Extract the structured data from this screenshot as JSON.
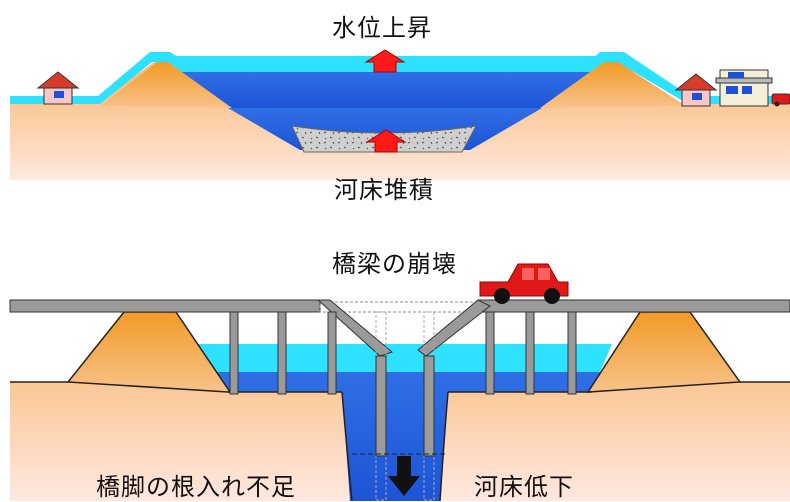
{
  "labels": {
    "water_rise": "水位上昇",
    "riverbed_sedimentation": "河床堆積",
    "bridge_collapse": "橋梁の崩壊",
    "insufficient_pier_embedment": "橋脚の根入れ不足",
    "riverbed_lowering": "河床低下"
  },
  "colors": {
    "ground_top": "#f7b56b",
    "ground_fade": "#ffe6dc",
    "embankment": "#f39a28",
    "flood_water": "#2ee2ff",
    "river_water": "#2f6fe6",
    "sediment": "#c9c9c9",
    "bridge_deck": "#9a9a9a",
    "arrow_up": "#ff1a1a",
    "arrow_down": "#111111",
    "car": "#e01818"
  },
  "icons": [
    "house-icon",
    "apartment-icon",
    "car-icon",
    "up-arrow-icon",
    "down-arrow-icon"
  ]
}
